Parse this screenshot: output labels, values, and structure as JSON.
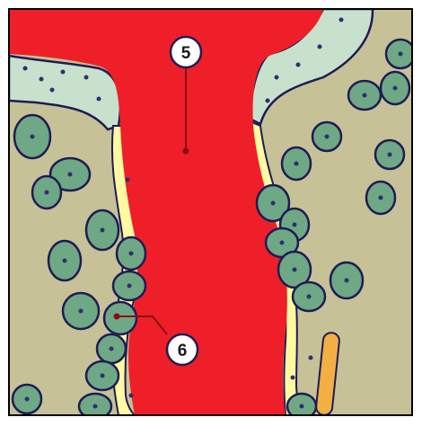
{
  "colors": {
    "tissue": "#c6c197",
    "vessel": "#ee1f28",
    "cell_fill": "#6fa885",
    "cell_stroke": "#1f1b55",
    "nucleus": "#2c2f73",
    "epithelium": "#c8e1cd",
    "membrane": "#fffaa2",
    "fiber": "#f2b044",
    "leader": "#8a0c12",
    "frame": "#000000"
  },
  "callouts": [
    {
      "label": "5",
      "target": "vessel-lumen"
    },
    {
      "label": "6",
      "target": "vessel-wall-cell"
    }
  ]
}
